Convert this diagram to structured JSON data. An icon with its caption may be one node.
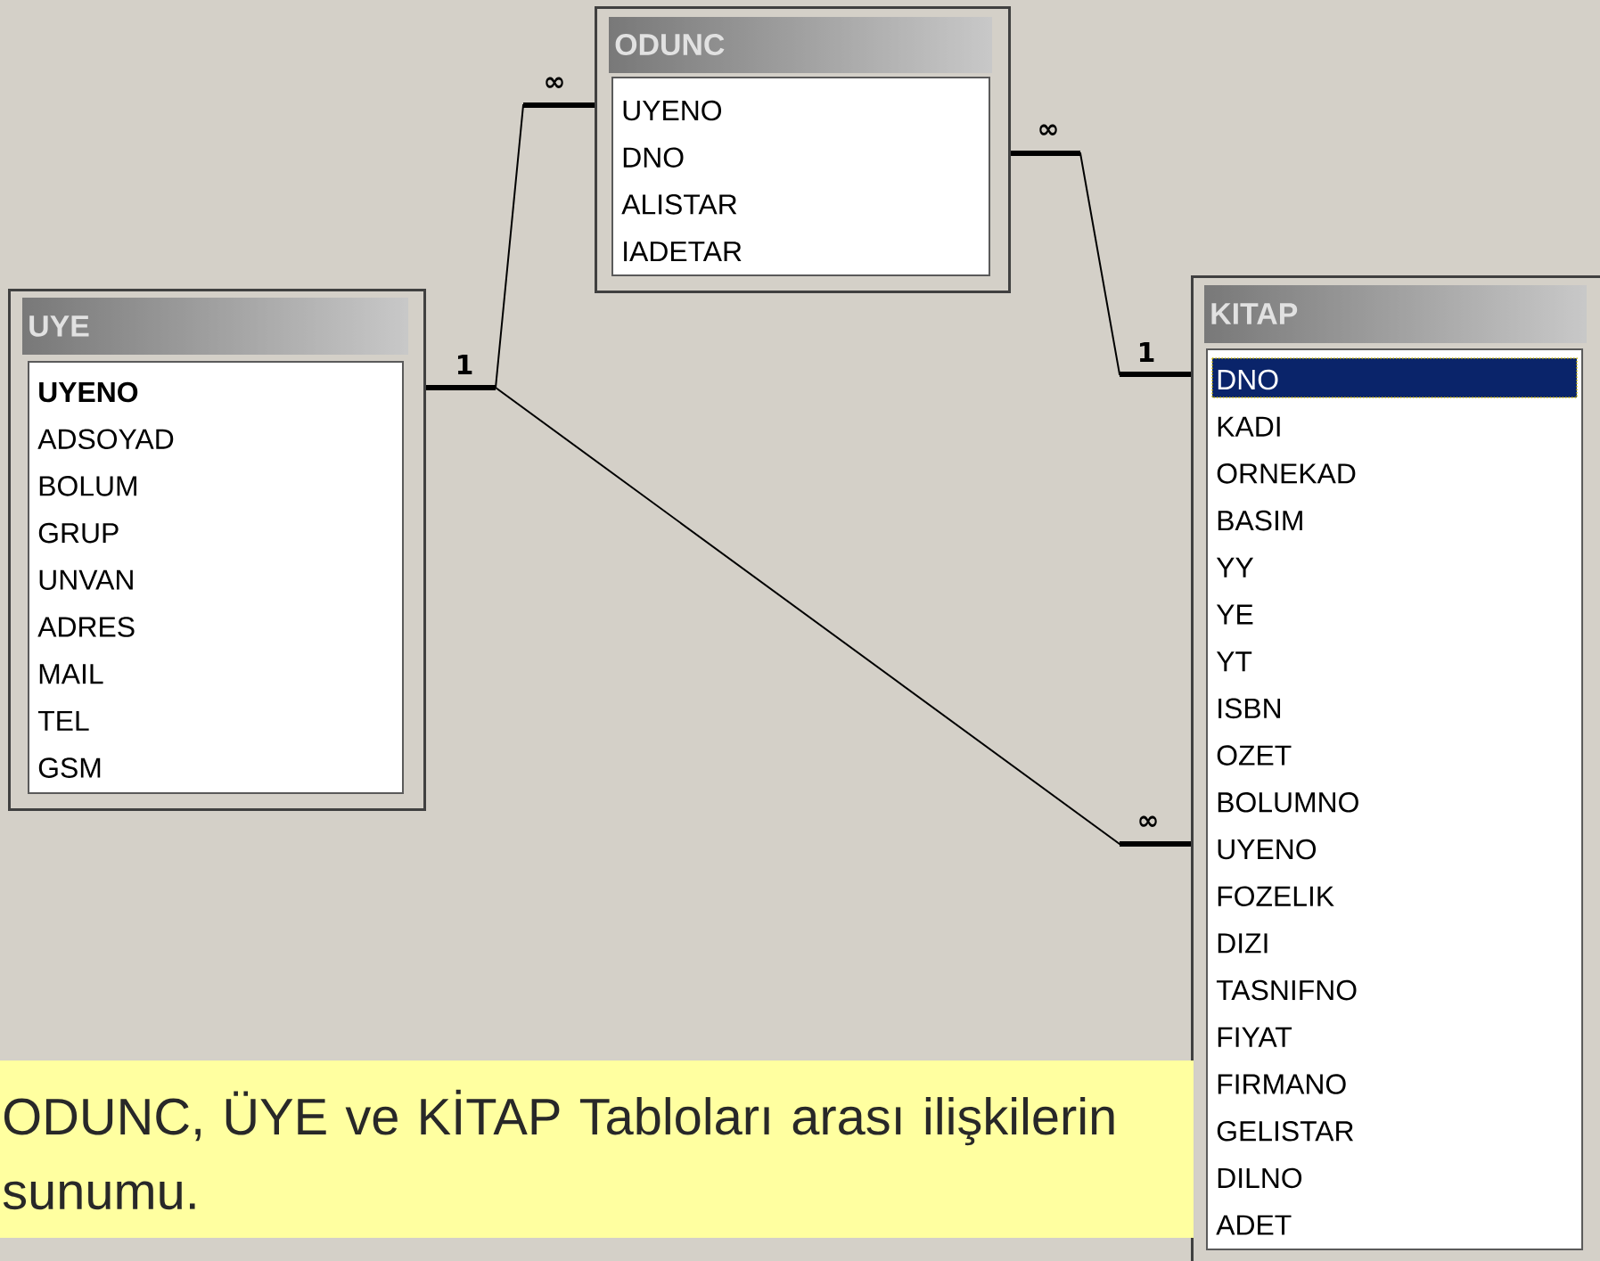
{
  "diagram": {
    "caption": "ODUNC, ÜYE ve KİTAP Tabloları arası ilişkilerin sunumu.",
    "nodes": [
      {
        "text": [
          "ODUNC",
          "UYENO",
          "DNO",
          "ALISTAR",
          "IADETAR"
        ]
      },
      {
        "text": [
          "UYE",
          "UYENO",
          "ADSOYAD",
          "BOLUM",
          "GRUP",
          "UNVAN",
          "ADRES",
          "MAIL",
          "TEL",
          "GSM"
        ]
      },
      {
        "text": [
          "KITAP",
          "DNO",
          "KADI",
          "ORNEKAD",
          "BASIM",
          "YY",
          "YE",
          "YT",
          "ISBN",
          "OZET",
          "BOLUMNO",
          "UYENO",
          "FOZELIK",
          "DIZI",
          "TASNIFNO",
          "FIYAT",
          "FIRMANO",
          "GELISTAR",
          "DILNO",
          "ADET"
        ]
      }
    ],
    "edges": [
      {
        "from": 1,
        "to": 0,
        "arrow": "none"
      },
      {
        "from": 0,
        "to": 2,
        "arrow": "none"
      },
      {
        "from": 1,
        "to": 2,
        "arrow": "none"
      }
    ],
    "labels": [
      "∞",
      "∞",
      "1",
      "1",
      "∞"
    ]
  }
}
